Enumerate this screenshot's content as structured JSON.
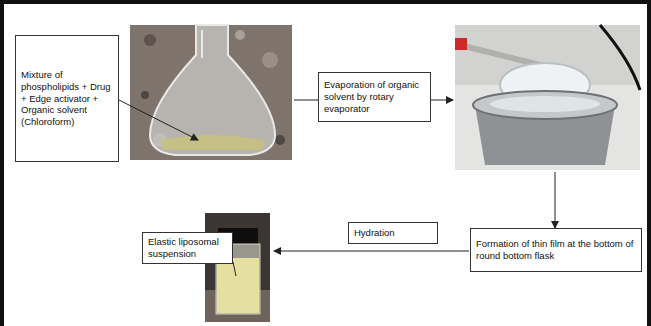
{
  "diagram": {
    "nodes": [
      {
        "text": [
          "Mixture of phospholipids + Drug + Edge activator + Organic solvent (Chloroform)"
        ]
      },
      {
        "text": [
          "Evaporation of organic solvent by rotary evaporator"
        ]
      },
      {
        "text": [
          "Formation of thin film at the bottom of round bottom flask"
        ]
      },
      {
        "text": [
          "Hydration"
        ]
      },
      {
        "text": [
          "Elastic liposomal suspension"
        ]
      }
    ]
  }
}
